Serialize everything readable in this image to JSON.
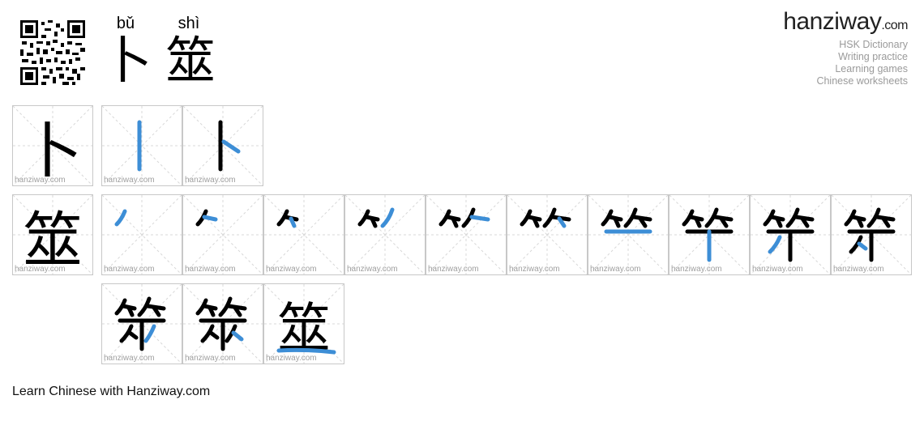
{
  "header": {
    "pinyin": [
      "bǔ",
      "shì"
    ],
    "characters": [
      "卜",
      "筮"
    ]
  },
  "brand": {
    "logo_main": "hanziway",
    "logo_suffix": ".com",
    "links": [
      "HSK Dictionary",
      "Writing practice",
      "Learning games",
      "Chinese worksheets"
    ]
  },
  "watermark": "hanziway.com",
  "rows": [
    {
      "character": "卜",
      "steps": 2
    },
    {
      "character": "筮",
      "steps": 13
    }
  ],
  "footer": {
    "text": "Learn Chinese with Hanziway.com"
  },
  "colors": {
    "stroke_highlight": "#3d8ed6",
    "grid_line": "#d8d8d8",
    "cell_border": "#c8c8c8"
  }
}
